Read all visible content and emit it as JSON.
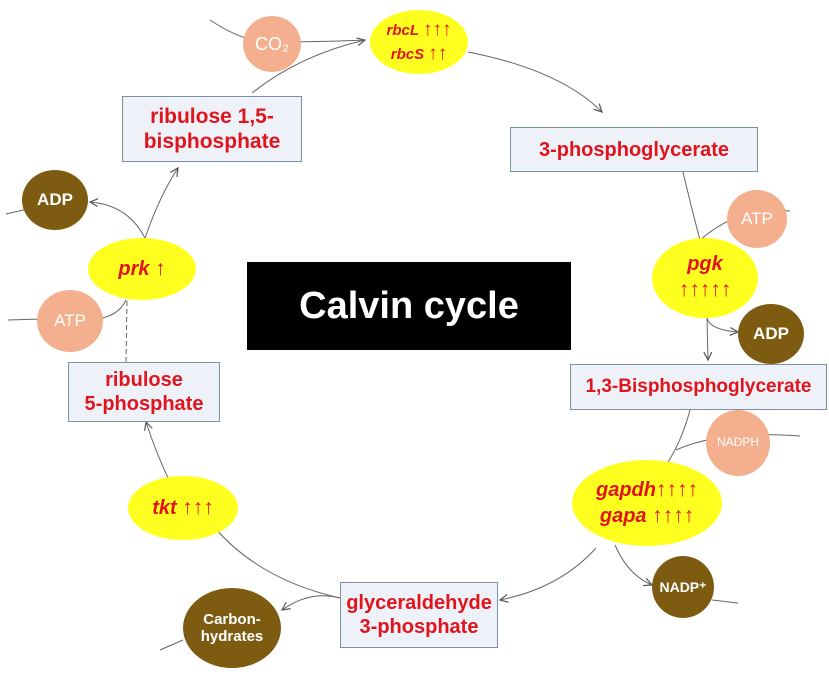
{
  "title": "Calvin cycle",
  "metabolites": {
    "pga": "3-phosphoglycerate",
    "bpg": "1,3-Bisphosphoglycerate",
    "g3p_1": "glyceraldehyde",
    "g3p_2": "3-phosphate",
    "ru5p_1": "ribulose",
    "ru5p_2": "5-phosphate",
    "rubp_1": "ribulose 1,5-",
    "rubp_2": "bisphosphate"
  },
  "enzymes": {
    "rbcl": {
      "name": "rbcL",
      "arrows": "↑↑↑"
    },
    "rbcs": {
      "name": "rbcS",
      "arrows": "↑↑"
    },
    "pgk": {
      "name": "pgk",
      "arrows": "↑↑↑↑↑"
    },
    "gapdh": {
      "name": "gapdh",
      "arrows": "↑↑↑↑"
    },
    "gapa": {
      "name": "gapa",
      "arrows": "↑↑↑↑"
    },
    "tkt": {
      "name": "tkt",
      "arrows": "↑↑↑"
    },
    "prk": {
      "name": "prk",
      "arrows": "↑"
    }
  },
  "cofactors": {
    "co2": "CO₂",
    "atp_right": "ATP",
    "adp_right": "ADP",
    "nadph": "NADPH",
    "nadp": "NADP⁺",
    "carbohydrates_1": "Carbon-",
    "carbohydrates_2": "hydrates",
    "atp_left": "ATP",
    "adp_left": "ADP"
  }
}
